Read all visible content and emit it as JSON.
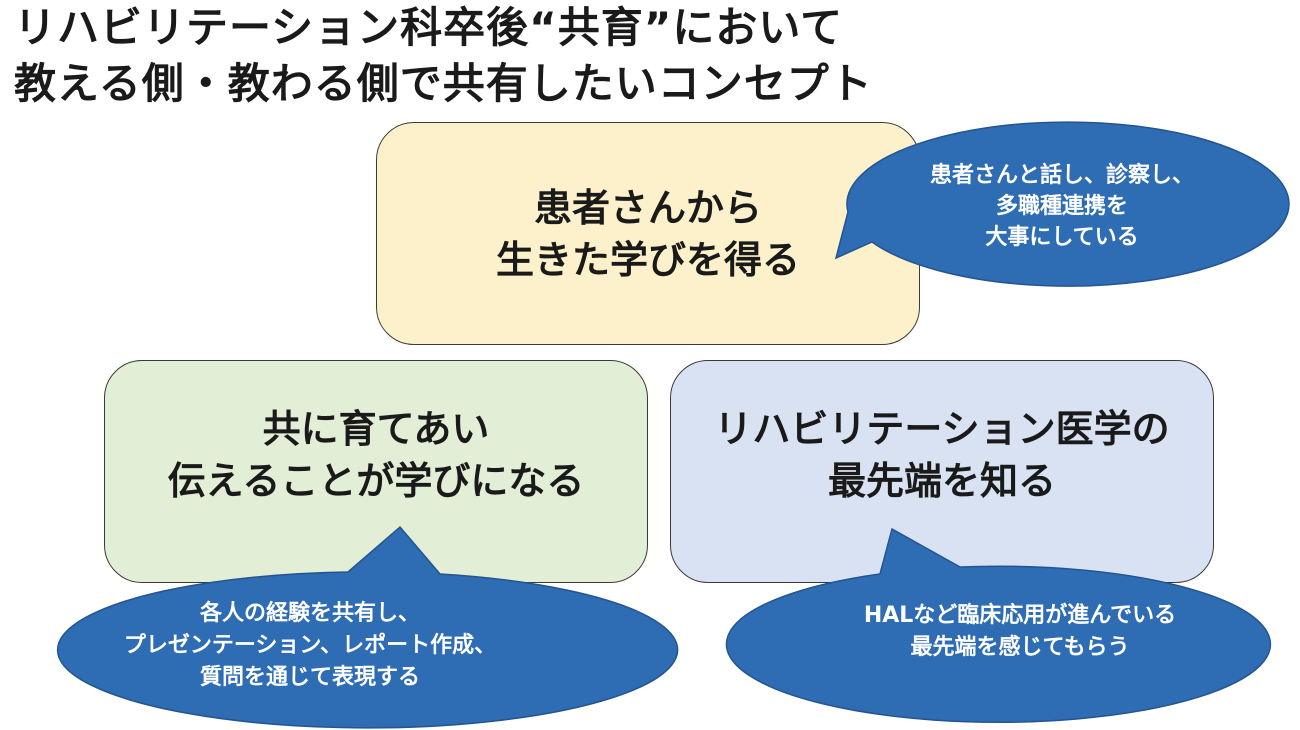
{
  "title": {
    "line1": "リハビリテーション科卒後“共育”において",
    "line2": "教える側・教わる側で共有したいコンセプト"
  },
  "concepts": [
    {
      "line1": "患者さんから",
      "line2": "生きた学びを得る",
      "fill": "#fdf1cc",
      "callout": [
        "患者さんと話し、診察し、",
        "多職種連携を",
        "大事にしている"
      ]
    },
    {
      "line1": "共に育てあい",
      "line2": "伝えることが学びになる",
      "fill": "#e2eed6",
      "callout": [
        "各人の経験を共有し、",
        "プレゼンテーション、レポート作成、",
        "質問を通じて表現する"
      ]
    },
    {
      "line1": "リハビリテーション医学の",
      "line2": "最先端を知る",
      "fill": "#d9e2f2",
      "callout": [
        "HALなど臨床応用が進んでいる",
        "最先端を感じてもらう"
      ]
    }
  ],
  "colors": {
    "callout_fill": "#2e6cb3",
    "callout_stroke": "#24558f"
  }
}
